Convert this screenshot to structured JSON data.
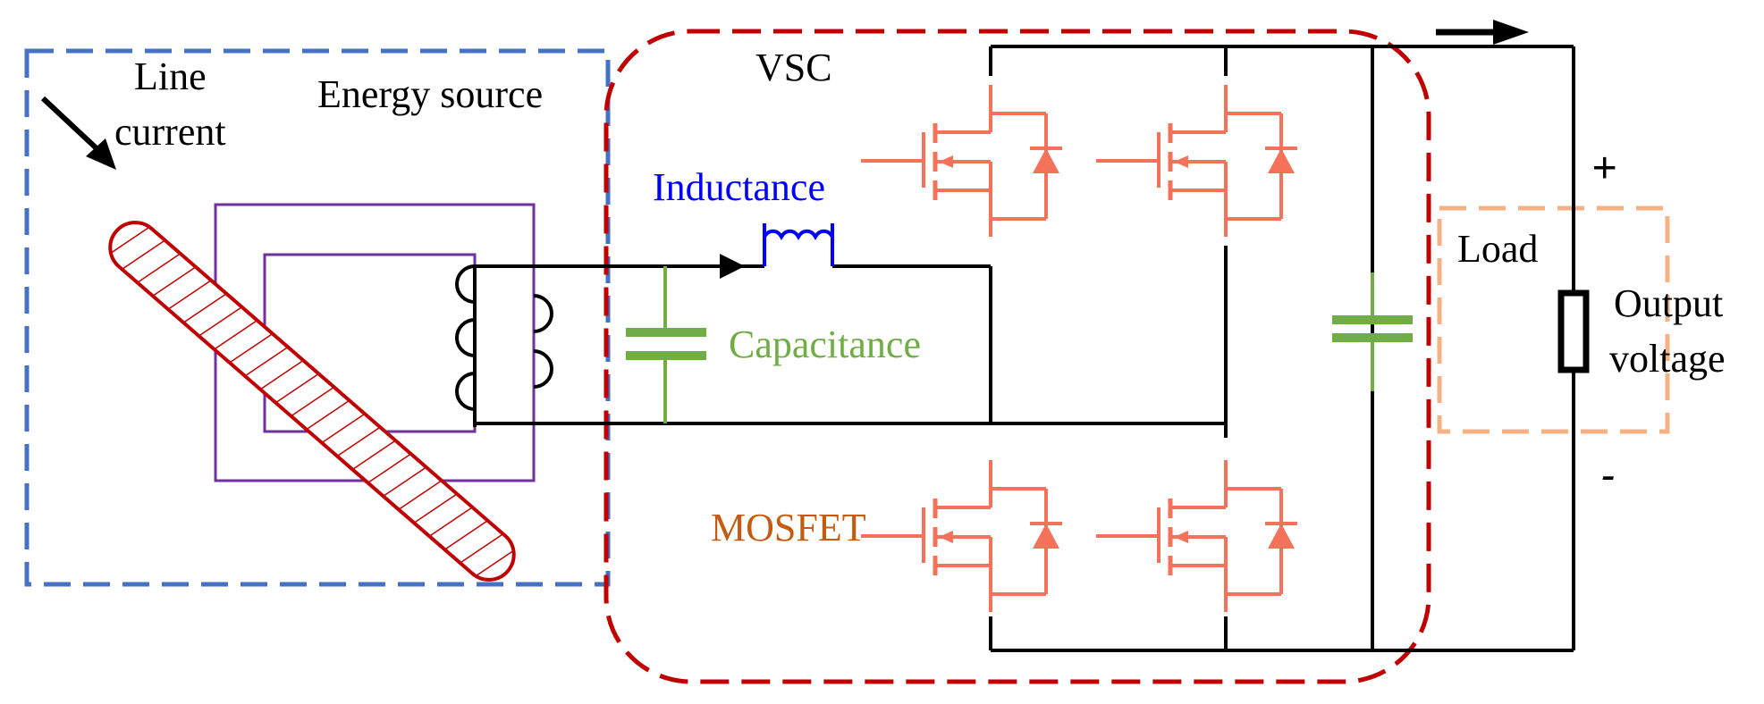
{
  "labels": {
    "line_current_1": "Line",
    "line_current_2": "current",
    "energy_source": "Energy source",
    "vsc": "VSC",
    "inductance": "Inductance",
    "capacitance": "Capacitance",
    "mosfet": "MOSFET",
    "load": "Load",
    "output_voltage_1": "Output",
    "output_voltage_2": "voltage",
    "plus": "+",
    "minus": "-"
  },
  "colors": {
    "energy_source_box": "#4472c4",
    "vsc_box": "#c00000",
    "transformer_core": "#7030a0",
    "conductor": "#c00000",
    "inductance": "#0000ff",
    "capacitance": "#70ad47",
    "mosfet": "#f4715a",
    "mosfet_label": "#c55a11",
    "load_box": "#f4b183",
    "wire": "#000000"
  },
  "icons": {
    "line_current_arrow": "arrow-down-right-icon",
    "output_current_arrow": "arrow-right-icon",
    "resistor": "resistor-icon"
  }
}
